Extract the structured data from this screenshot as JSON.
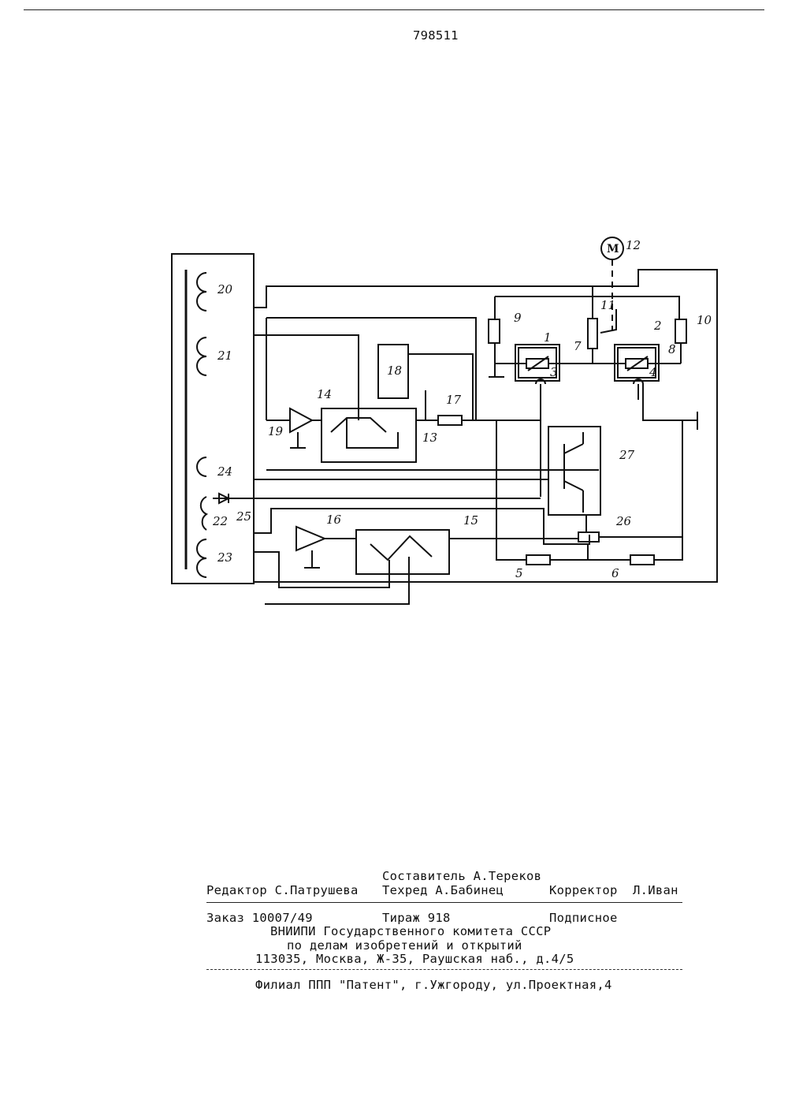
{
  "header": {
    "top_rule": true,
    "patent_number": "798511"
  },
  "figure": {
    "labels": {
      "l1": "1",
      "l2": "2",
      "l3": "3",
      "l4": "4",
      "l5": "5",
      "l6": "6",
      "l7": "7",
      "l8": "8",
      "l9": "9",
      "l10": "10",
      "l11": "11",
      "l12": "12",
      "l13": "13",
      "l14": "14",
      "l15": "15",
      "l16": "16",
      "l17": "17",
      "l18": "18",
      "l19": "19",
      "l20": "20",
      "l21": "21",
      "l22": "22",
      "l23": "23",
      "l24": "24",
      "l25": "25",
      "l26": "26",
      "l27": "27",
      "motor": "M"
    }
  },
  "imprint": {
    "compiler": "Составитель А.Тереков",
    "editor": "Редактор С.Патрушева",
    "techred": "Техред А.Бабинец",
    "corrector": "Корректор  Л.Иван",
    "order": "Заказ 10007/49",
    "circulation": "Тираж 918",
    "subscription": "Подписное",
    "org_line1": "ВНИИПИ Государственного комитета СССР",
    "org_line2": "по делам изобретений и открытий",
    "address": "113035, Москва, Ж-35, Раушская наб., д.4/5",
    "branch": "Филиал ППП \"Патент\", г.Ужгороду, ул.Проектная,4"
  }
}
